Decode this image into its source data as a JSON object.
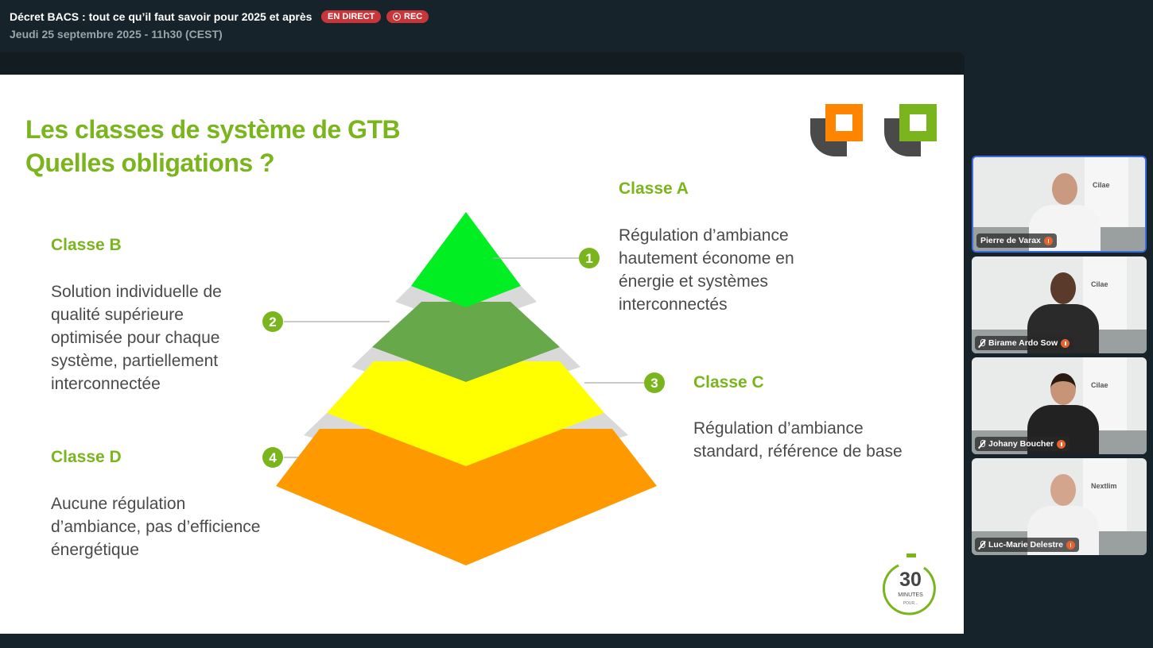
{
  "header": {
    "title": "Décret BACS : tout ce qu’il faut savoir pour 2025 et après",
    "live_badge": "EN DIRECT",
    "rec_badge": "REC",
    "date": "Jeudi 25 septembre 2025 - 11h30 (CEST)"
  },
  "slide": {
    "title_line1": "Les classes de système de GTB",
    "title_line2": "Quelles obligations ?",
    "classes": [
      {
        "number": "1",
        "heading": "Classe A",
        "lines": [
          "Régulation d’ambiance",
          "hautement économe en",
          "énergie et systèmes",
          "interconnectés"
        ],
        "color": "#00ee22"
      },
      {
        "number": "2",
        "heading": "Classe B",
        "lines": [
          "Solution individuelle de",
          "qualité supérieure",
          "optimisée pour chaque",
          "système, partiellement",
          "interconnectée"
        ],
        "color": "#6aa84f"
      },
      {
        "number": "3",
        "heading": "Classe C",
        "lines": [
          "Régulation d’ambiance",
          "standard, référence de base"
        ],
        "color": "#ffff00"
      },
      {
        "number": "4",
        "heading": "Classe D",
        "lines": [
          "Aucune régulation",
          "d’ambiance, pas d’efficience",
          "énergétique"
        ],
        "color": "#ff9900"
      }
    ],
    "timer_logo": {
      "number": "30",
      "line1": "MINUTES",
      "line2": "POUR..."
    }
  },
  "participants": [
    {
      "name": "Pierre de Varax",
      "logo": "Cilae",
      "muted": false,
      "active": true
    },
    {
      "name": "Birame Ardo Sow",
      "logo": "Cilae",
      "muted": true,
      "active": false
    },
    {
      "name": "Johany Boucher",
      "logo": "Cilae",
      "muted": true,
      "active": false
    },
    {
      "name": "Luc-Marie Delestre",
      "logo": "Nextlim",
      "muted": true,
      "active": false
    }
  ],
  "colors": {
    "accent": "#7ab51d",
    "live": "#c9363a",
    "active_border": "#3d6be0"
  }
}
